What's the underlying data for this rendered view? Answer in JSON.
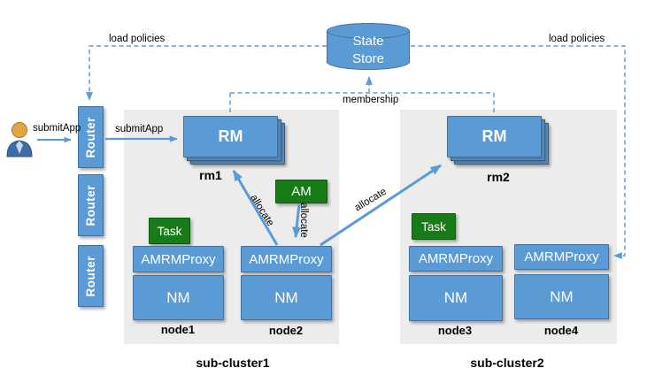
{
  "colors": {
    "box_blue": "#5B9BD5",
    "box_blue_border": "#41719C",
    "green": "#177C17",
    "green_border": "#0C5C0C",
    "cluster_background": "#ECECEC",
    "connector_blue": "#5B9BD5",
    "label_text": "#000000"
  },
  "icons": {
    "client": "user-person-icon",
    "state_store": "database-cylinder-icon"
  },
  "state_store": {
    "line1": "State",
    "line2": "Store"
  },
  "edge_labels": {
    "load_policies_left": "load policies",
    "load_policies_right": "load policies",
    "membership": "membership",
    "submit_app_user": "submitApp",
    "submit_app_router": "submitApp",
    "allocate_to_rm1": "allocate",
    "allocate_am_down": "allocate",
    "allocate_to_rm2": "allocate"
  },
  "routers": [
    {
      "label": "Router"
    },
    {
      "label": "Router"
    },
    {
      "label": "Router"
    }
  ],
  "clusters": [
    {
      "name": "sub-cluster1",
      "rm": {
        "label": "RM",
        "name": "rm1"
      },
      "nodes": [
        {
          "name": "node1",
          "task_label": "Task",
          "proxy_label": "AMRMProxy",
          "nm_label": "NM"
        },
        {
          "name": "node2",
          "am_label": "AM",
          "proxy_label": "AMRMProxy",
          "nm_label": "NM"
        }
      ]
    },
    {
      "name": "sub-cluster2",
      "rm": {
        "label": "RM",
        "name": "rm2"
      },
      "nodes": [
        {
          "name": "node3",
          "task_label": "Task",
          "proxy_label": "AMRMProxy",
          "nm_label": "NM"
        },
        {
          "name": "node4",
          "proxy_label": "AMRMProxy",
          "nm_label": "NM"
        }
      ]
    }
  ]
}
